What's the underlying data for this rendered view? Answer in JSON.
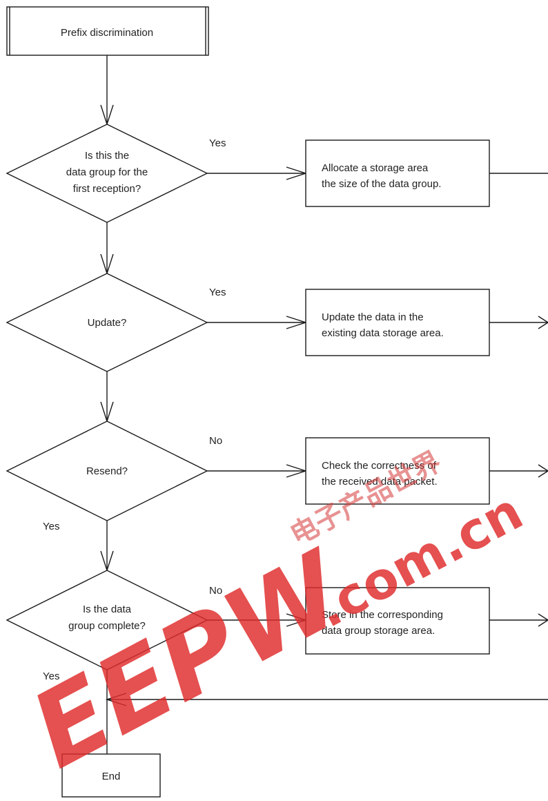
{
  "flowchart": {
    "start": "Prefix discrimination",
    "decision_first_reception": [
      "Is this the",
      "data group for the",
      "first reception?"
    ],
    "decision_update": "Update?",
    "decision_resend": "Resend?",
    "decision_complete": [
      "Is the data",
      "group complete?"
    ],
    "process_allocate": [
      "Allocate a storage area",
      "the size of the data group."
    ],
    "process_update": [
      "Update the data in the",
      "existing data storage area."
    ],
    "process_check": [
      "Check the correctness of",
      "the received data packet."
    ],
    "process_store": [
      "Store in the corresponding",
      "data group storage area."
    ],
    "end": "End",
    "label_yes": "Yes",
    "label_no": "No"
  },
  "watermark": {
    "logo": "EEPW",
    "domain": ".com.cn",
    "seal": "电子产品世界",
    "color": "#e02a2a"
  }
}
